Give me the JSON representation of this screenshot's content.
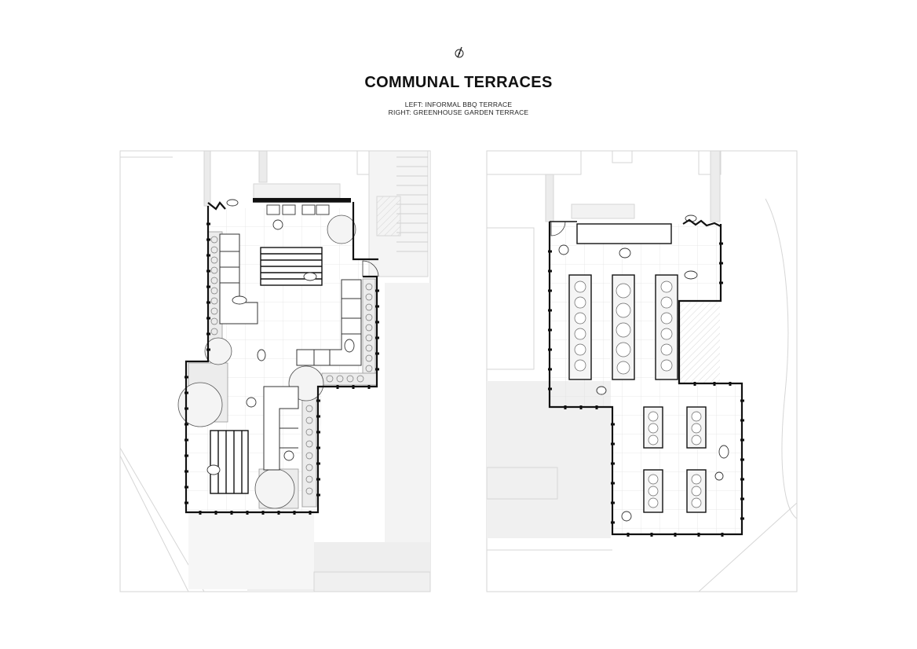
{
  "title": "COMMUNAL TERRACES",
  "subtitle_lines": [
    "LEFT: INFORMAL BBQ TERRACE",
    "RIGHT: GREENHOUSE GARDEN TERRACE"
  ],
  "north_arrow": {
    "icon": "north-arrow-icon"
  },
  "colors": {
    "wall": "#111111",
    "context_line": "#d6d6d6",
    "grid_line": "#e3e3e3",
    "context_fill": "#f1f1f1",
    "planting": "#9a9a9a"
  }
}
